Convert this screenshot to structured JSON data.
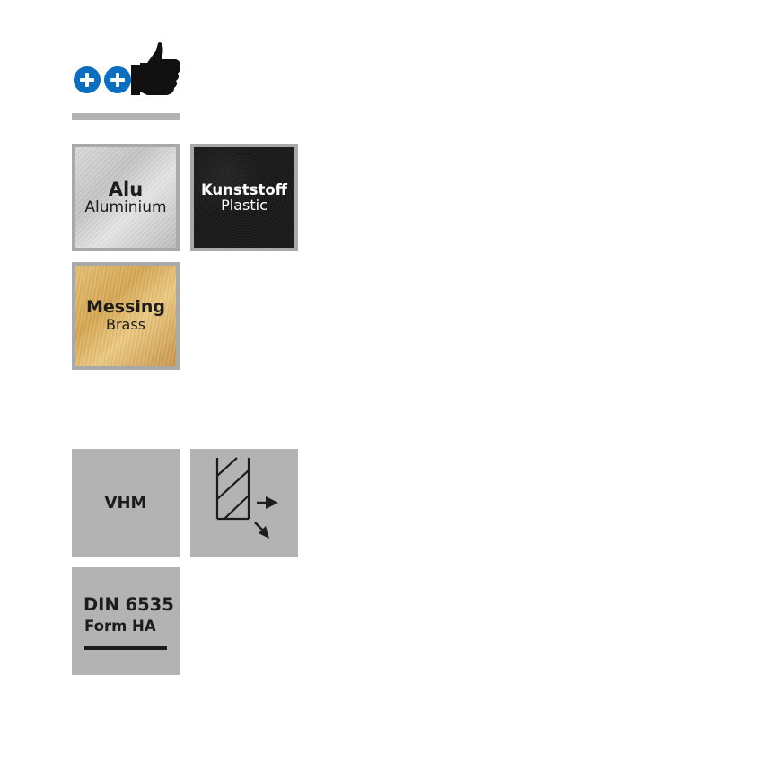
{
  "rating": {
    "icons": [
      "plus-icon",
      "plus-icon",
      "thumbs-up-icon"
    ],
    "plus_color": "#0a6fc1"
  },
  "materials": [
    {
      "name": "Alu",
      "translation": "Aluminium"
    },
    {
      "name": "Kunststoff",
      "translation": "Plastic"
    },
    {
      "name": "Messing",
      "translation": "Brass"
    }
  ],
  "properties": {
    "vhm_label": "VHM",
    "cutting_icon": "cutting-direction-icon",
    "din_line1": "DIN 6535",
    "din_line2": "Form HA"
  }
}
